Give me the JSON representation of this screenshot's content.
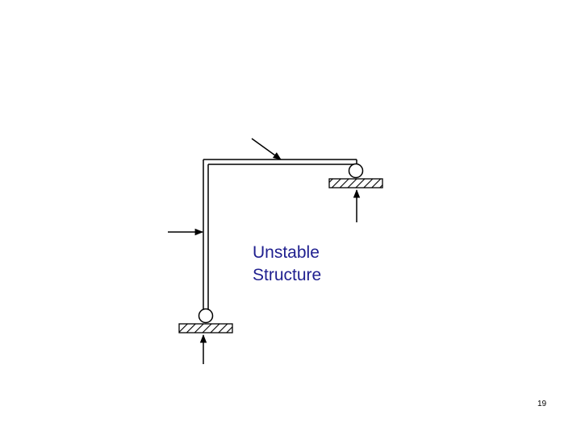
{
  "slide": {
    "caption_line1": "Unstable",
    "caption_line2": "Structure",
    "page_number": "19"
  },
  "colors": {
    "caption": "#1f1f8f",
    "lines": "#000000",
    "background": "#ffffff"
  },
  "icons": [
    "pin-support-icon",
    "roller-support-icon",
    "hatched-ground-icon",
    "load-arrow-icon",
    "reaction-arrow-icon"
  ]
}
